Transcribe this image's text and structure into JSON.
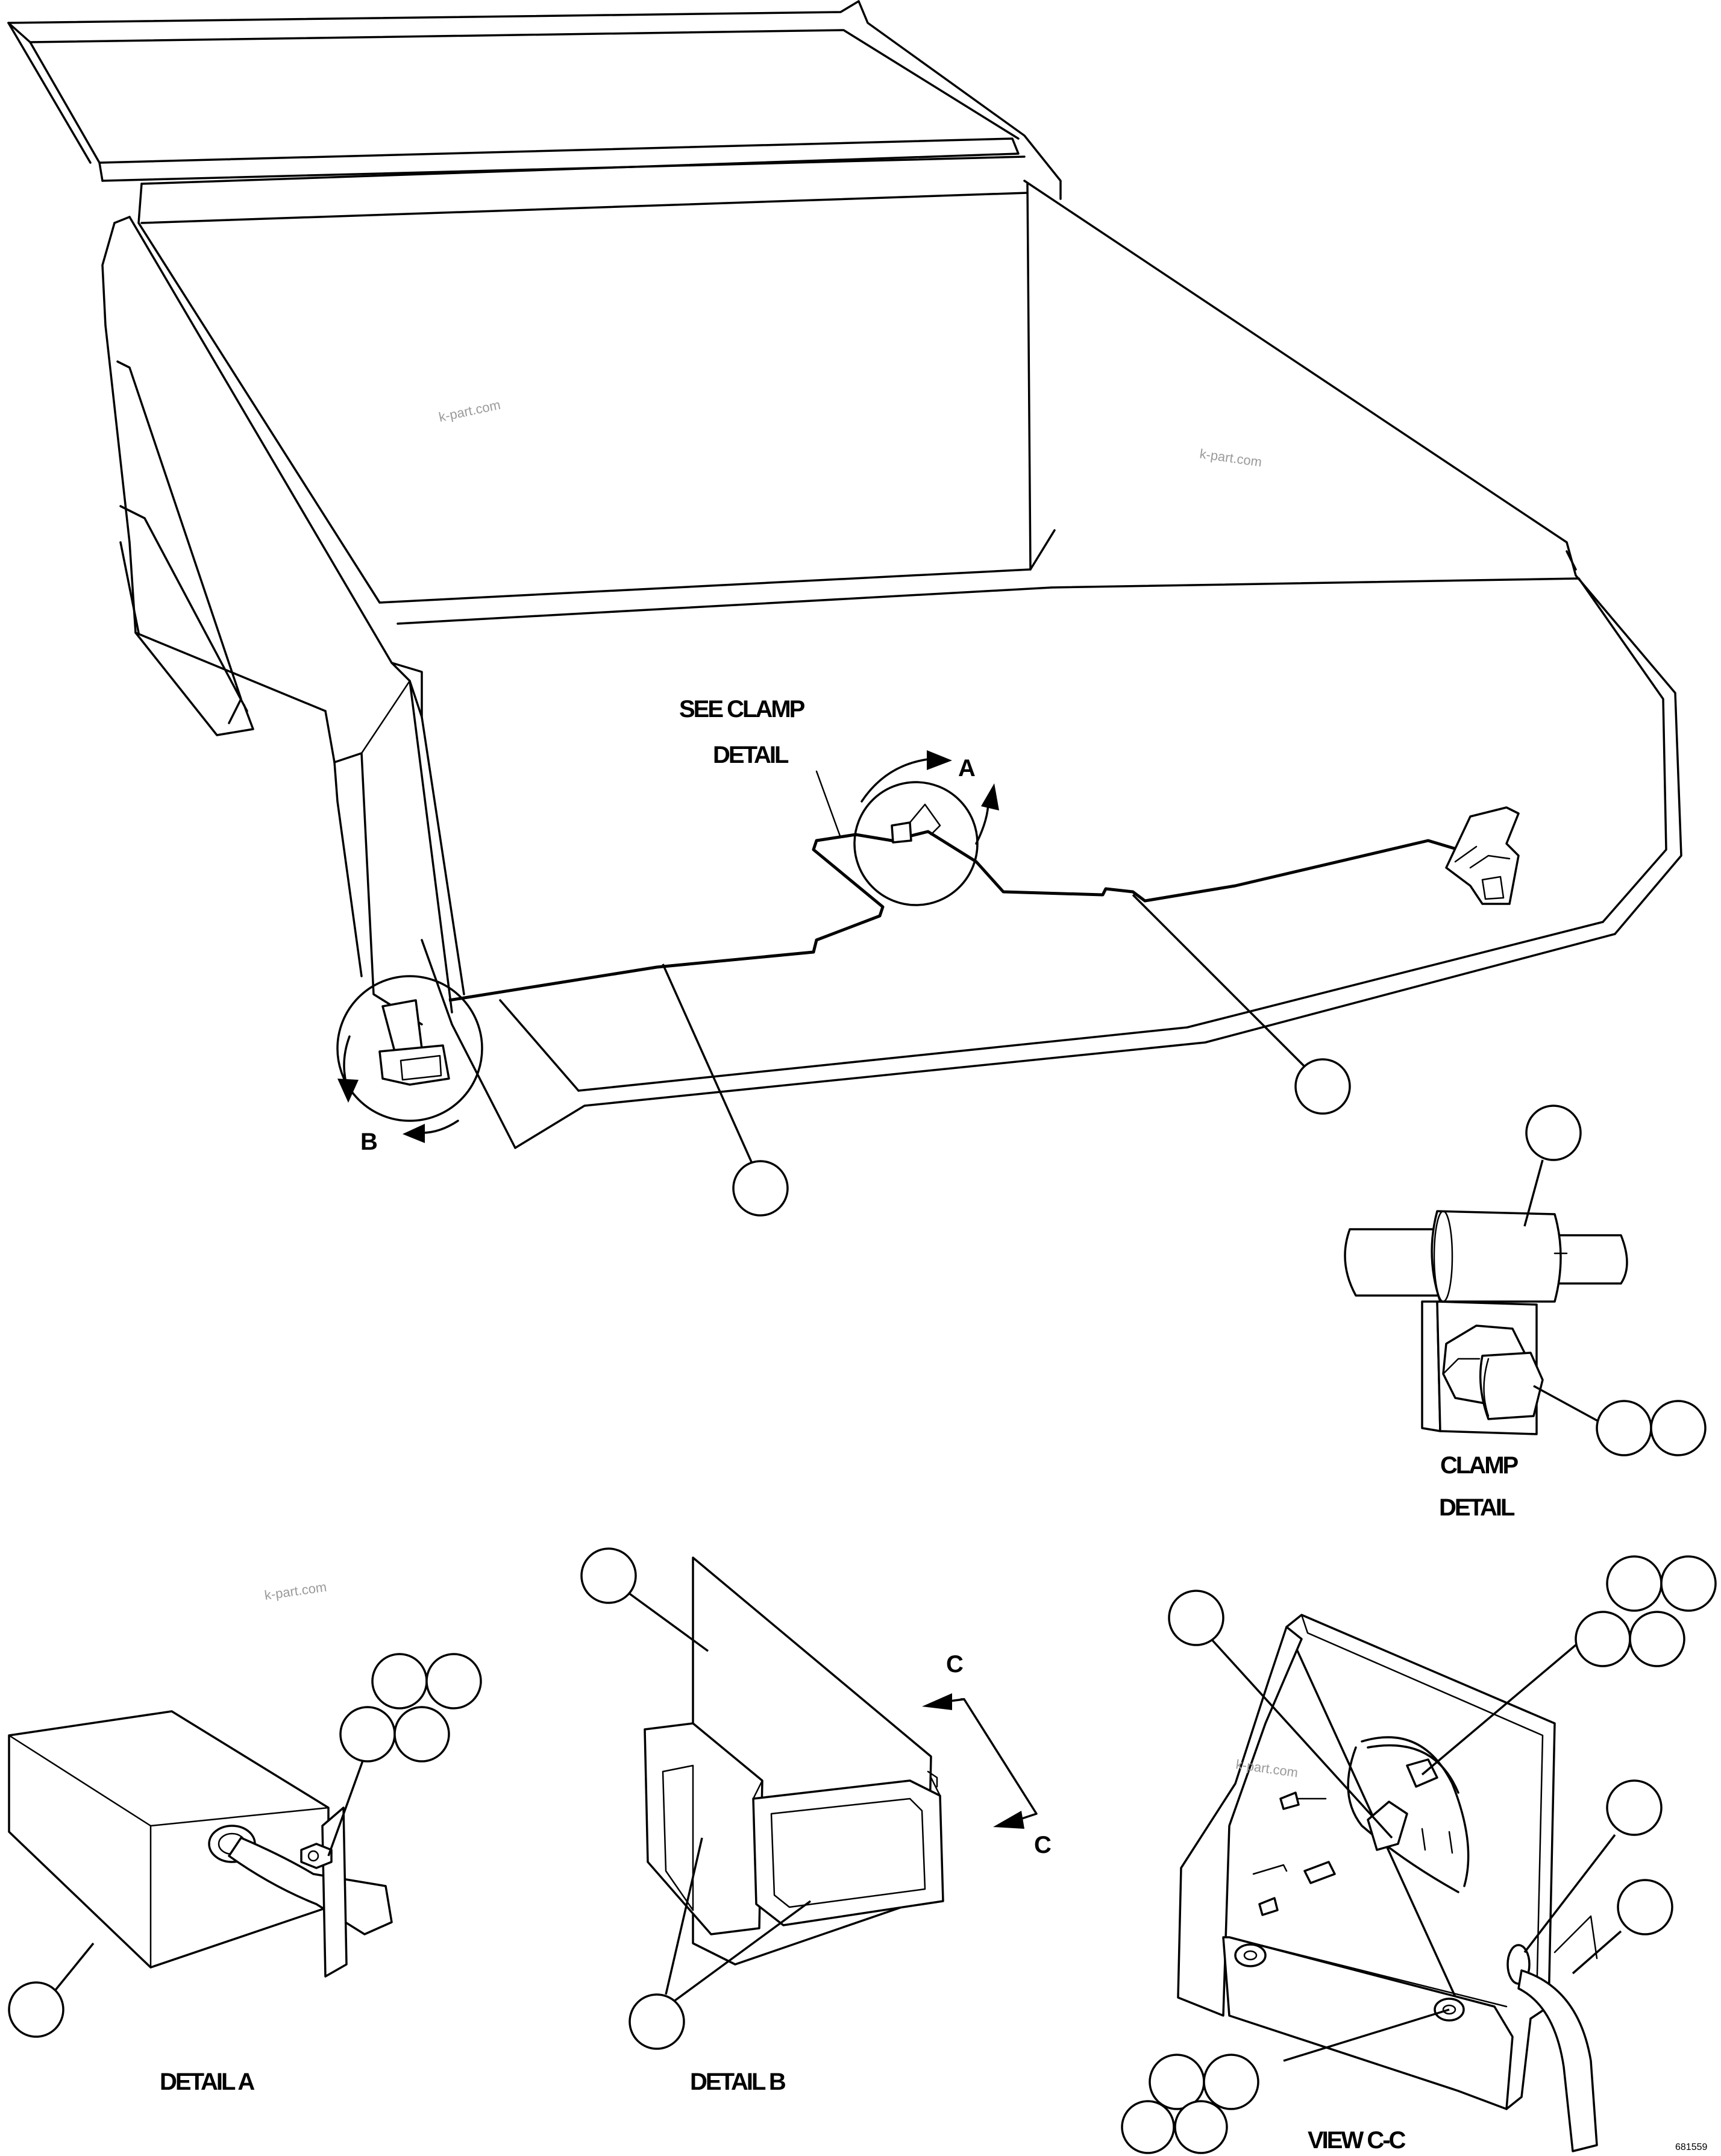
{
  "labels": {
    "see_clamp_detail_line1": "SEE CLAMP",
    "see_clamp_detail_line2": "DETAIL",
    "view_a": "A",
    "view_b": "B",
    "section_c_top": "C",
    "section_c_bottom": "C",
    "clamp_detail_line1": "CLAMP",
    "clamp_detail_line2": "DETAIL",
    "detail_a": "DETAIL A",
    "detail_b": "DETAIL B",
    "view_cc": "VIEW C-C",
    "figure_id": "681559"
  },
  "watermarks": [
    "k-part.com",
    "k-part.com",
    "k-part.com",
    "k-part.com"
  ],
  "callout_bubbles": {
    "body_wire_left": "",
    "body_wire_right": "",
    "clamp_top": "",
    "clamp_bolt_1": "",
    "clamp_bolt_2": "",
    "detail_a_box": "",
    "detail_a_hw_1": "",
    "detail_a_hw_2": "",
    "detail_a_hw_3": "",
    "detail_a_hw_4": "",
    "detail_b_bracket": "",
    "detail_b_lamp": "",
    "view_cc_1": "",
    "view_cc_2": "",
    "view_cc_3": "",
    "view_cc_4": "",
    "view_cc_5": "",
    "view_cc_6": "",
    "view_cc_7": "",
    "view_cc_8": "",
    "view_cc_9": "",
    "view_cc_10": "",
    "view_cc_11": ""
  }
}
